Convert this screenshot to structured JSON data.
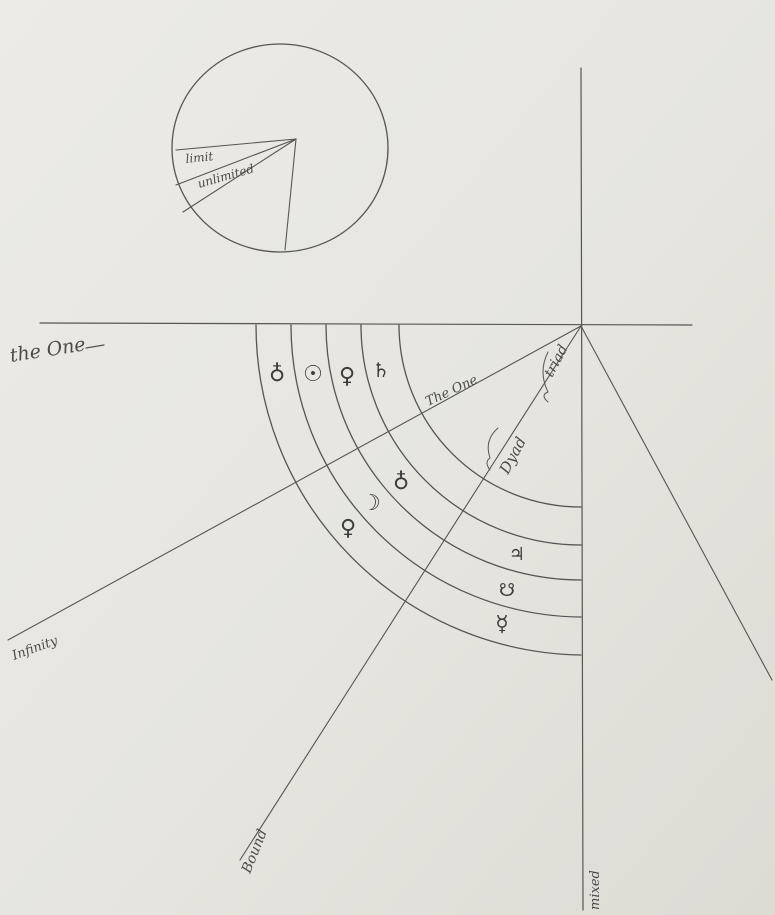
{
  "labels": {
    "the_one_left": "the One",
    "the_one_diagonal": "The One",
    "dyad": "Dyad",
    "triad": "triad",
    "infinity": "Infinity",
    "bound": "Bound",
    "mixed": "mixed",
    "pie_limit": "limit",
    "pie_unlimited": "unlimited"
  },
  "upper_row_symbols": [
    "♁",
    "☉",
    "♀",
    "♄"
  ],
  "upper_row_icons": [
    "earth-symbol-icon",
    "sun-symbol-icon",
    "venus-symbol-icon",
    "saturn-symbol-icon"
  ],
  "middle_symbols": [
    "♀",
    "☽",
    "♁"
  ],
  "middle_icons": [
    "venus-symbol-icon",
    "moon-symbol-icon",
    "earth-symbol-icon"
  ],
  "lower_symbols": [
    "♃",
    "☋",
    "☿"
  ],
  "lower_icons": [
    "jupiter-symbol-icon",
    "node-symbol-icon",
    "mercury-symbol-icon"
  ],
  "colors": {
    "paper": "#e9e8e2",
    "pencil": "#555555"
  }
}
